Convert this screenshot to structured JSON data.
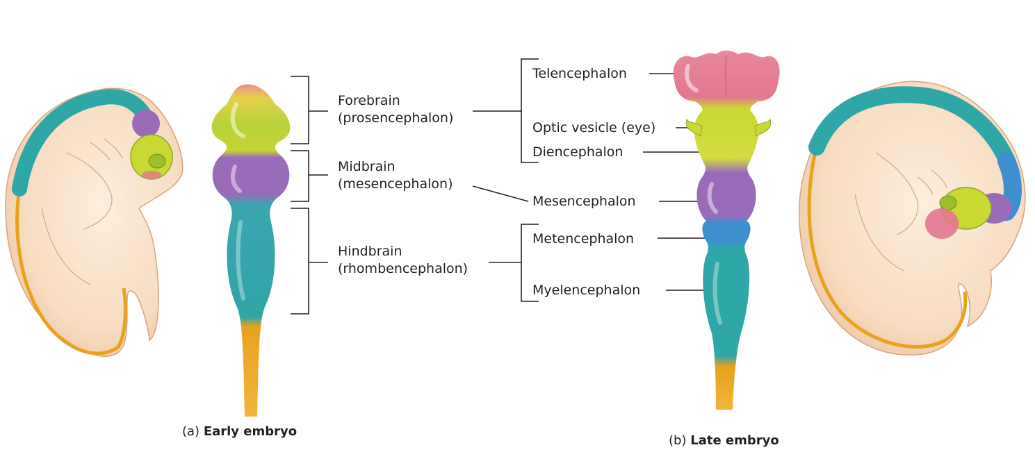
{
  "early": {
    "caption_prefix": "(a)",
    "caption_title": "Early embryo",
    "regions": [
      {
        "name": "Forebrain",
        "alt": "(prosencephalon)"
      },
      {
        "name": "Midbrain",
        "alt": "(mesencephalon)"
      },
      {
        "name": "Hindbrain",
        "alt": "(rhombencephalon)"
      }
    ]
  },
  "late": {
    "caption_prefix": "(b)",
    "caption_title": "Late embryo",
    "parts": [
      "Telencephalon",
      "Optic vesicle (eye)",
      "Diencephalon",
      "Mesencephalon",
      "Metencephalon",
      "Myelencephalon"
    ]
  },
  "colors": {
    "forebrain": "#c9d832",
    "telencephalon": "#e3788e",
    "midbrain": "#9a6bb8",
    "metencephalon": "#3f8fd0",
    "hindbrain": "#2fa6a8",
    "spinal_cord": "#e9a21d",
    "embryo_skin": "#f7dcc0"
  }
}
